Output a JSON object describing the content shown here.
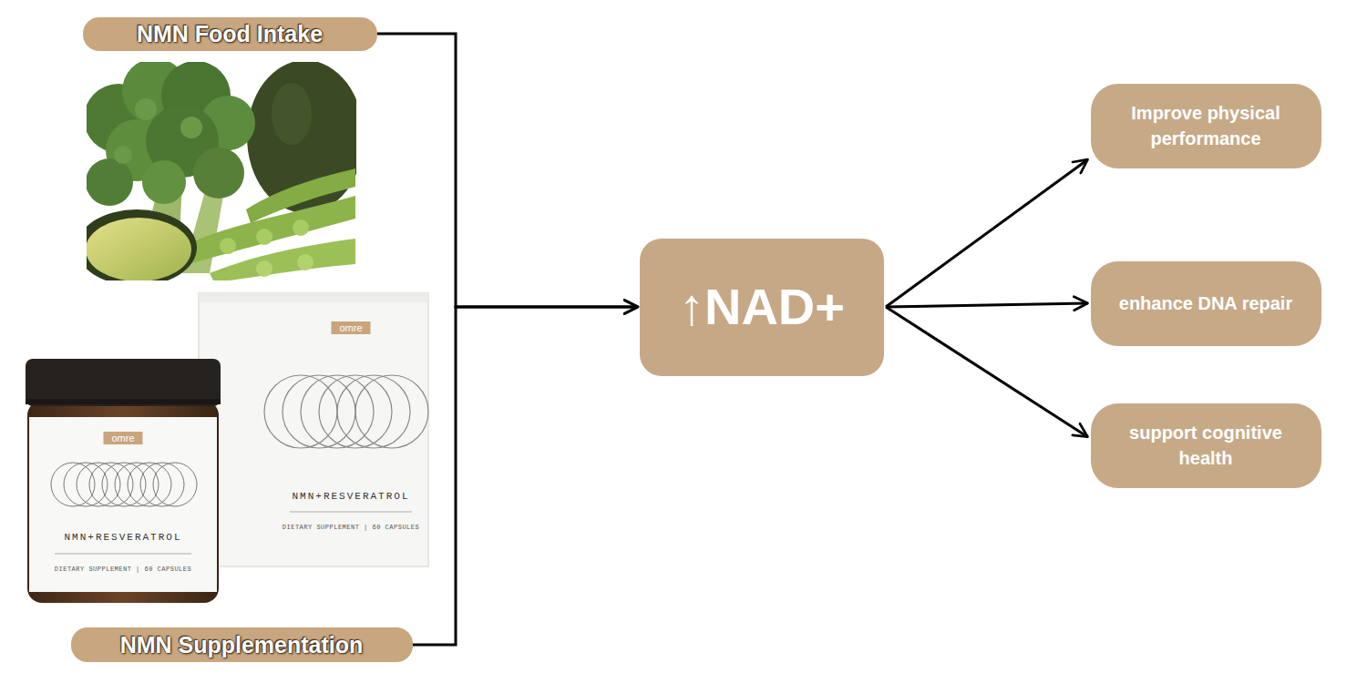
{
  "diagram": {
    "nodes": [
      {
        "text": [
          "NMN Food Intake"
        ]
      },
      {
        "text": [
          "NMN Supplementation"
        ]
      },
      {
        "text": [
          "↑NAD+"
        ]
      },
      {
        "text": [
          "Improve physical performance"
        ]
      },
      {
        "text": [
          "enhance DNA repair"
        ]
      },
      {
        "text": [
          "support cognitive health"
        ]
      }
    ],
    "edges": [
      {
        "from": 0,
        "to": 2,
        "arrow": "to"
      },
      {
        "from": 1,
        "to": 2,
        "arrow": "to"
      },
      {
        "from": 2,
        "to": 3,
        "arrow": "to"
      },
      {
        "from": 2,
        "to": 4,
        "arrow": "to"
      },
      {
        "from": 2,
        "to": 5,
        "arrow": "to"
      }
    ],
    "labels": [
      "omre",
      "NMN+RESVERATROL",
      "DIETARY SUPPLEMENT | 60 CAPSULES",
      "omre",
      "NMN+RESVERATROL",
      "DIETARY SUPPLEMENT | 60 CAPSULES"
    ]
  }
}
